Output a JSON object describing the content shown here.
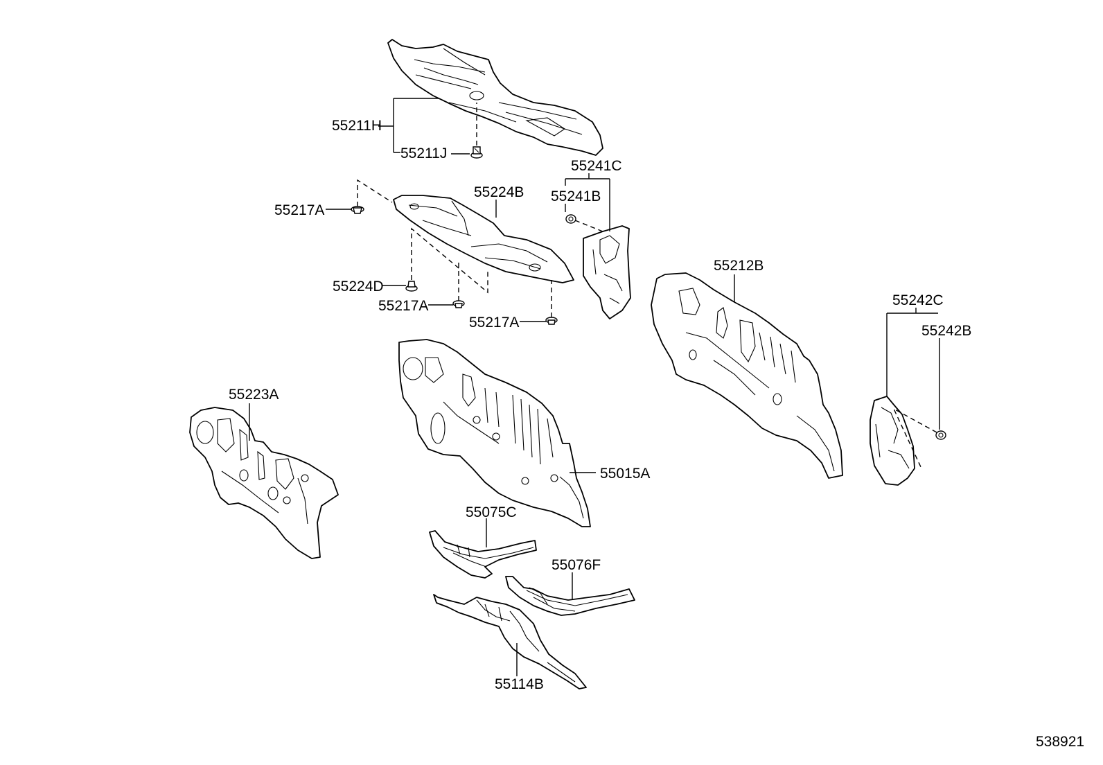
{
  "diagram": {
    "callouts": [
      {
        "id": "p55211H",
        "label": "55211H"
      },
      {
        "id": "p55211J",
        "label": "55211J"
      },
      {
        "id": "p55241C",
        "label": "55241C"
      },
      {
        "id": "p55241B",
        "label": "55241B"
      },
      {
        "id": "p55224B",
        "label": "55224B"
      },
      {
        "id": "p55217A_1",
        "label": "55217A"
      },
      {
        "id": "p55224D",
        "label": "55224D"
      },
      {
        "id": "p55217A_2",
        "label": "55217A"
      },
      {
        "id": "p55217A_3",
        "label": "55217A"
      },
      {
        "id": "p55212B",
        "label": "55212B"
      },
      {
        "id": "p55242C",
        "label": "55242C"
      },
      {
        "id": "p55242B",
        "label": "55242B"
      },
      {
        "id": "p55223A",
        "label": "55223A"
      },
      {
        "id": "p55015A",
        "label": "55015A"
      },
      {
        "id": "p55075C",
        "label": "55075C"
      },
      {
        "id": "p55076F",
        "label": "55076F"
      },
      {
        "id": "p55114B",
        "label": "55114B"
      }
    ],
    "figure_number": "538921"
  }
}
